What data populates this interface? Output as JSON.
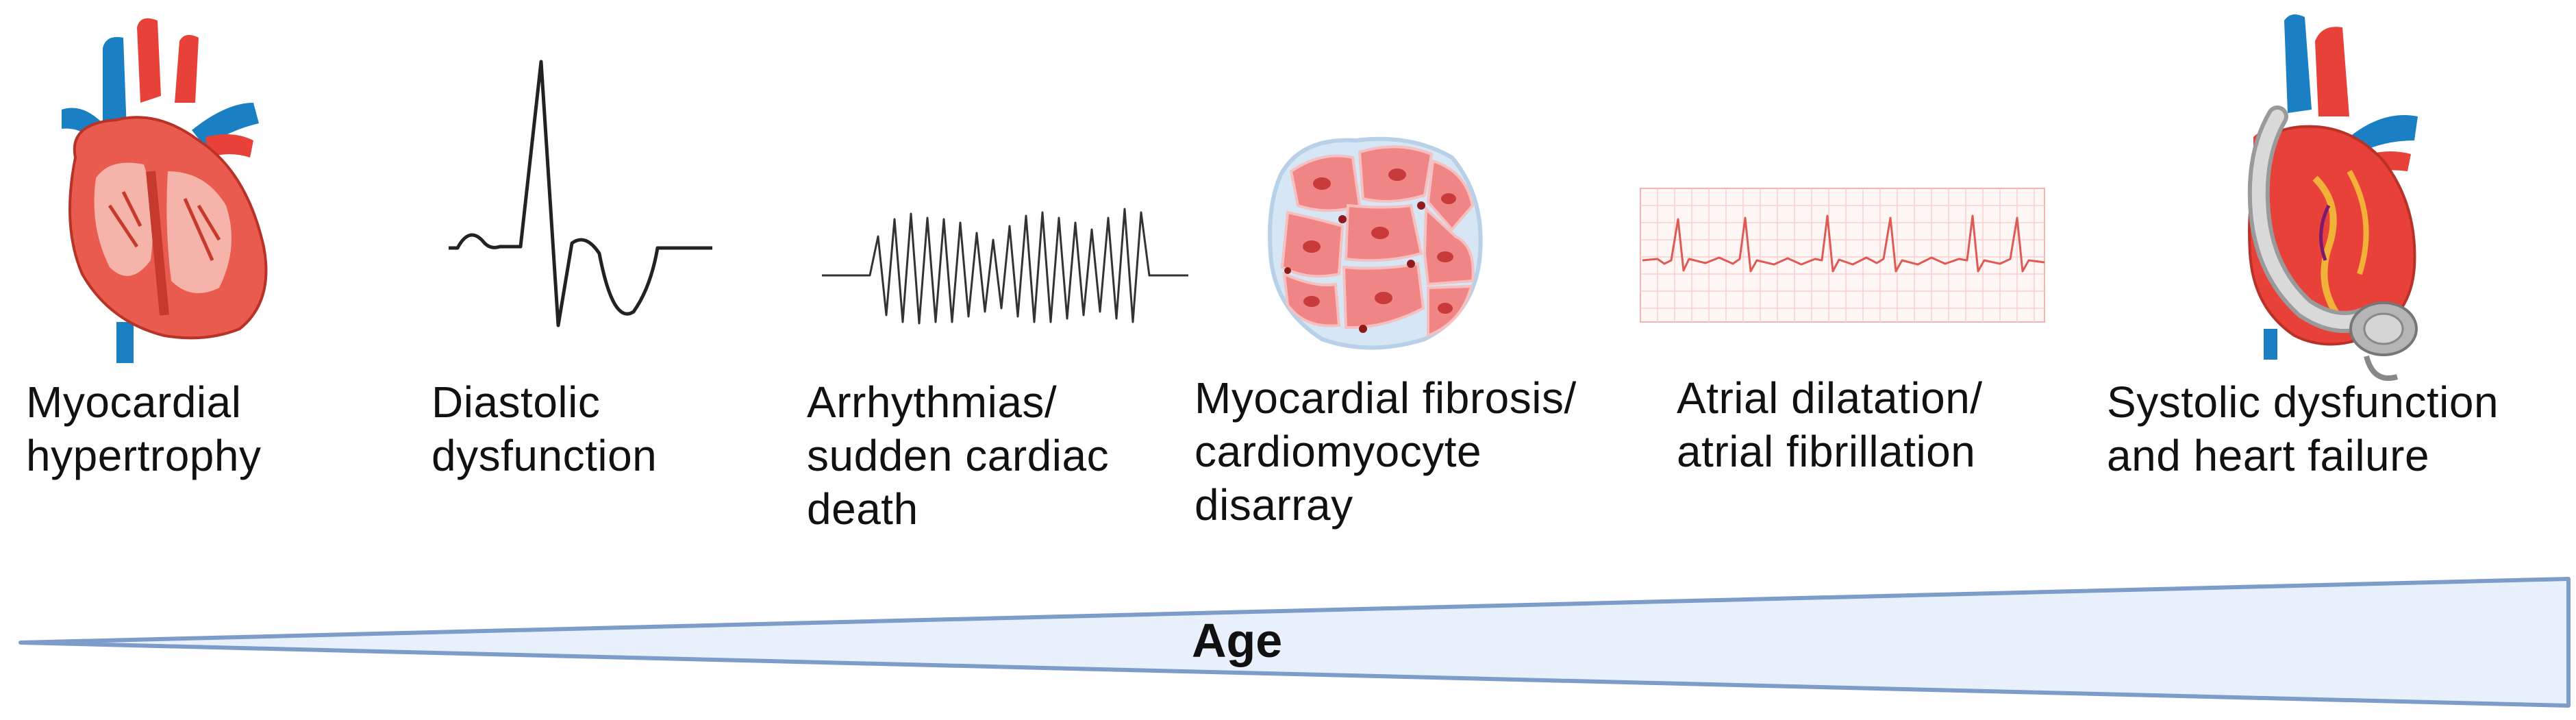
{
  "stages": [
    {
      "id": "myocardial-hypertrophy",
      "icon": "heart-cross-section-icon",
      "lines": [
        "Myocardial",
        "hypertrophy"
      ]
    },
    {
      "id": "diastolic-dysfunction",
      "icon": "ecg-complex-icon",
      "lines": [
        "Diastolic",
        "dysfunction"
      ]
    },
    {
      "id": "arrhythmias",
      "icon": "ventricular-arrhythmia-trace-icon",
      "lines": [
        "Arrhythmias/",
        "sudden cardiac",
        "death"
      ]
    },
    {
      "id": "myocardial-fibrosis",
      "icon": "cardiomyocyte-cluster-icon",
      "lines": [
        "Myocardial fibrosis/",
        "cardiomyocyte",
        "disarray"
      ]
    },
    {
      "id": "atrial-fibrillation",
      "icon": "atrial-fibrillation-ecg-strip-icon",
      "lines": [
        "Atrial dilatation/",
        "atrial fibrillation"
      ]
    },
    {
      "id": "heart-failure",
      "icon": "heart-with-lvad-icon",
      "lines": [
        "Systolic dysfunction",
        "and heart failure"
      ]
    }
  ],
  "age_wedge": {
    "label": "Age",
    "fill_color": "#e8f1fb",
    "stroke_color": "#7d9cc9"
  },
  "colors": {
    "heart_red": "#e8413a",
    "vessel_blue": "#1b7fc4",
    "ecg_line": "#222222",
    "ecg_grid": "#f4b5b1",
    "cell_pink": "#f08585"
  }
}
